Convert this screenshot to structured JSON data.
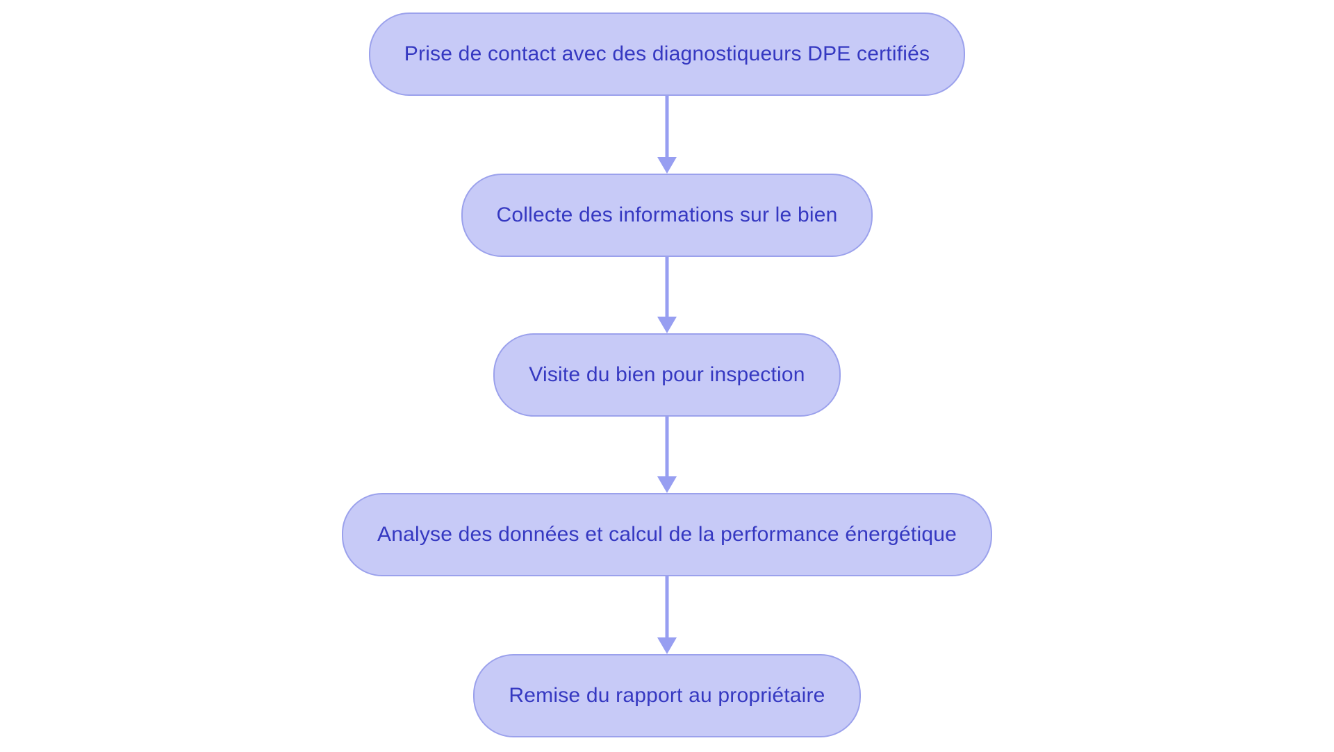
{
  "flowchart": {
    "nodes": [
      {
        "id": "node-1",
        "label": "Prise de contact avec des diagnostiqueurs DPE certifiés"
      },
      {
        "id": "node-2",
        "label": "Collecte des informations sur le bien"
      },
      {
        "id": "node-3",
        "label": "Visite du bien pour inspection"
      },
      {
        "id": "node-4",
        "label": "Analyse des données et calcul de la performance énergétique"
      },
      {
        "id": "node-5",
        "label": "Remise du rapport au propriétaire"
      }
    ],
    "edges": [
      {
        "from": "node-1",
        "to": "node-2"
      },
      {
        "from": "node-2",
        "to": "node-3"
      },
      {
        "from": "node-3",
        "to": "node-4"
      },
      {
        "from": "node-4",
        "to": "node-5"
      }
    ],
    "colors": {
      "background": "#ffffff",
      "node_fill": "#c7caf7",
      "node_border": "#9ba1ec",
      "node_text": "#3538c1",
      "arrow": "#979ef1"
    }
  }
}
